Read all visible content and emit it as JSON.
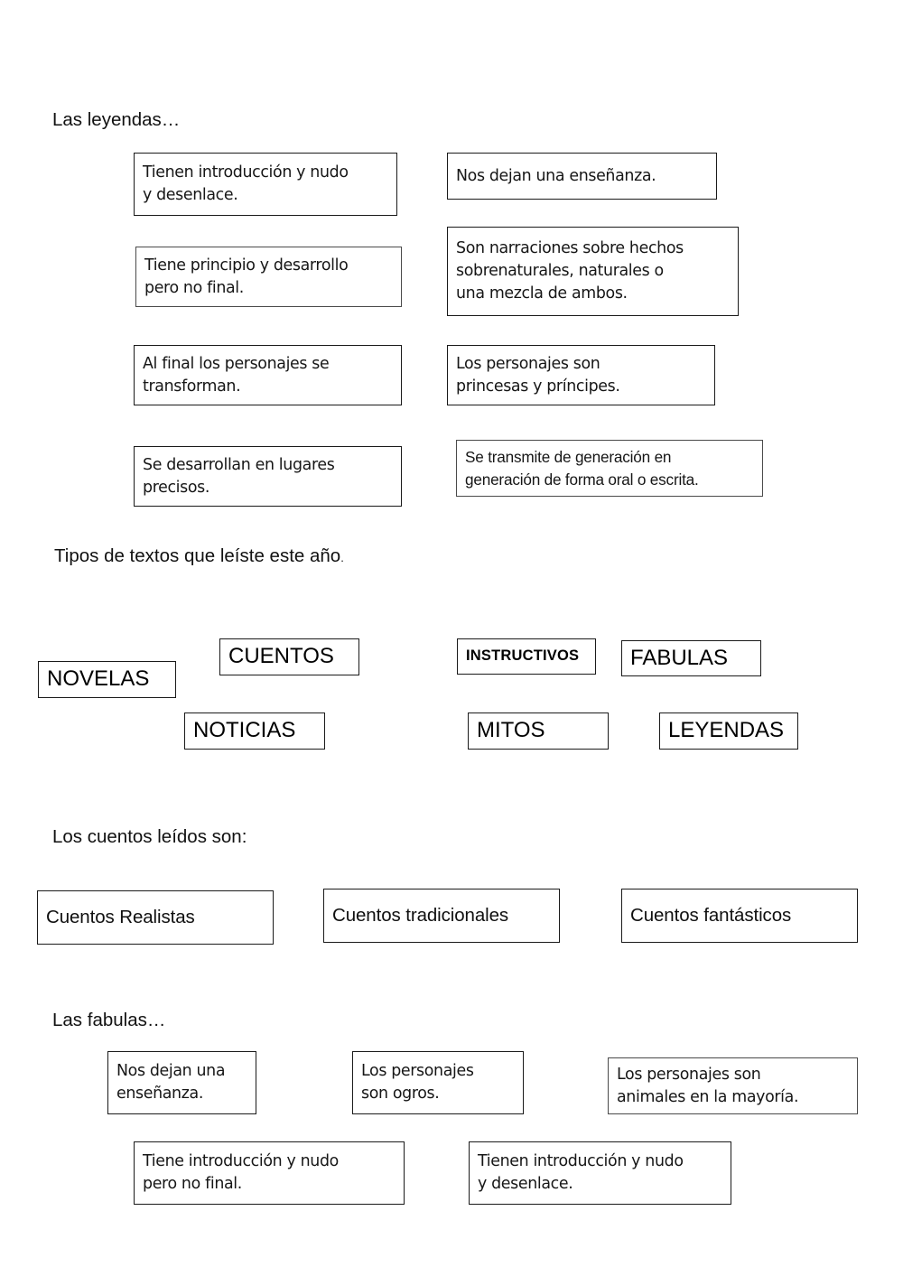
{
  "document": {
    "title": "Las leyendas, tipos de textos, cuentos y fabulas"
  },
  "sections": [
    {
      "id": "leyendas",
      "heading": "Las leyendas…",
      "boxes": [
        {
          "name": "leyendas-option-tienen-introduccion-nudo-desenlace",
          "text": "Tienen introducción y nudo\ny desenlace."
        },
        {
          "name": "leyendas-option-nos-dejan-ensenanza",
          "text": "Nos dejan una enseñanza."
        },
        {
          "name": "leyendas-option-principio-desarrollo-sin-final",
          "text": "Tiene principio y desarrollo\npero no final."
        },
        {
          "name": "leyendas-option-narraciones-hechos-sobrenaturales",
          "text": "Son narraciones sobre hechos\nsobrenaturales, naturales o\nuna mezcla de ambos."
        },
        {
          "name": "leyendas-option-personajes-se-transforman",
          "text": "Al final los personajes se\ntransforman."
        },
        {
          "name": "leyendas-option-personajes-princesas-principes",
          "text": "Los personajes son\nprincesas y príncipes."
        },
        {
          "name": "leyendas-option-lugares-precisos",
          "text": "Se desarrollan en lugares\nprecisos."
        },
        {
          "name": "leyendas-option-transmite-generacion-en-generacion",
          "text": "Se transmite de generación en\ngeneración de forma oral o escrita."
        }
      ]
    },
    {
      "id": "tipos-de-textos",
      "heading": "Tipos de textos que leíste este año",
      "heading_period": ".",
      "boxes": [
        {
          "name": "genre-novelas",
          "text": "NOVELAS"
        },
        {
          "name": "genre-cuentos",
          "text": "CUENTOS"
        },
        {
          "name": "genre-instructivos",
          "text": "INSTRUCTIVOS"
        },
        {
          "name": "genre-fabulas",
          "text": "FABULAS"
        },
        {
          "name": "genre-noticias",
          "text": "NOTICIAS"
        },
        {
          "name": "genre-mitos",
          "text": "MITOS"
        },
        {
          "name": "genre-leyendas",
          "text": "LEYENDAS"
        }
      ]
    },
    {
      "id": "cuentos-leidos",
      "heading": "Los cuentos leídos son:",
      "boxes": [
        {
          "name": "cuento-type-realistas",
          "text": "Cuentos Realistas"
        },
        {
          "name": "cuento-type-tradicionales",
          "text": "Cuentos tradicionales"
        },
        {
          "name": "cuento-type-fantasticos",
          "text": "Cuentos fantásticos"
        }
      ]
    },
    {
      "id": "fabulas",
      "heading": "Las fabulas…",
      "boxes": [
        {
          "name": "fabulas-option-nos-dejan-ensenanza",
          "text": "Nos dejan una\nenseñanza."
        },
        {
          "name": "fabulas-option-personajes-son-ogros",
          "text": "Los personajes\nson ogros."
        },
        {
          "name": "fabulas-option-personajes-animales",
          "text": "Los personajes son\nanimales en la mayoría."
        },
        {
          "name": "fabulas-option-introduccion-nudo-sin-final",
          "text": "Tiene introducción y nudo\npero no final."
        },
        {
          "name": "fabulas-option-introduccion-nudo-desenlace",
          "text": "Tienen introducción y nudo\ny desenlace."
        }
      ]
    }
  ],
  "colors": {
    "page_background": "#ffffff",
    "text": "#161616",
    "box_border": "#1a1a1a",
    "box_border_light": "#4a4a4a"
  }
}
